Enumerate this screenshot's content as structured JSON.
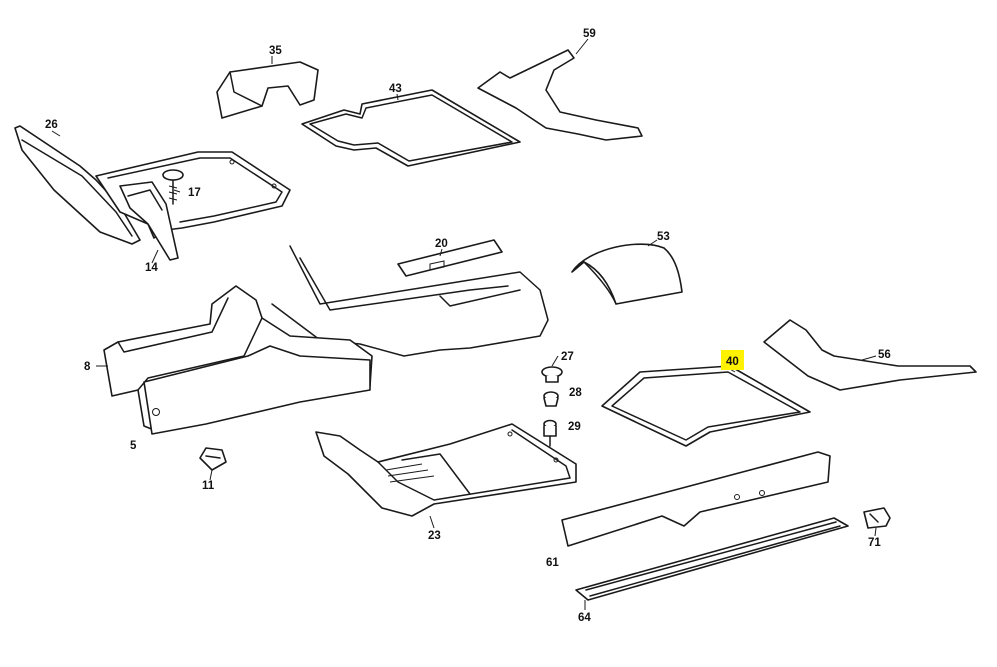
{
  "labels": {
    "p35": "35",
    "p59": "59",
    "p43": "43",
    "p26": "26",
    "p17": "17",
    "p14": "14",
    "p20": "20",
    "p53": "53",
    "p8": "8",
    "p5": "5",
    "p27": "27",
    "p28": "28",
    "p29": "29",
    "p40": "40",
    "p56": "56",
    "p11": "11",
    "p23": "23",
    "p61": "61",
    "p71": "71",
    "p64": "64"
  },
  "highlight": {
    "part": "40",
    "color": "#fff200"
  }
}
